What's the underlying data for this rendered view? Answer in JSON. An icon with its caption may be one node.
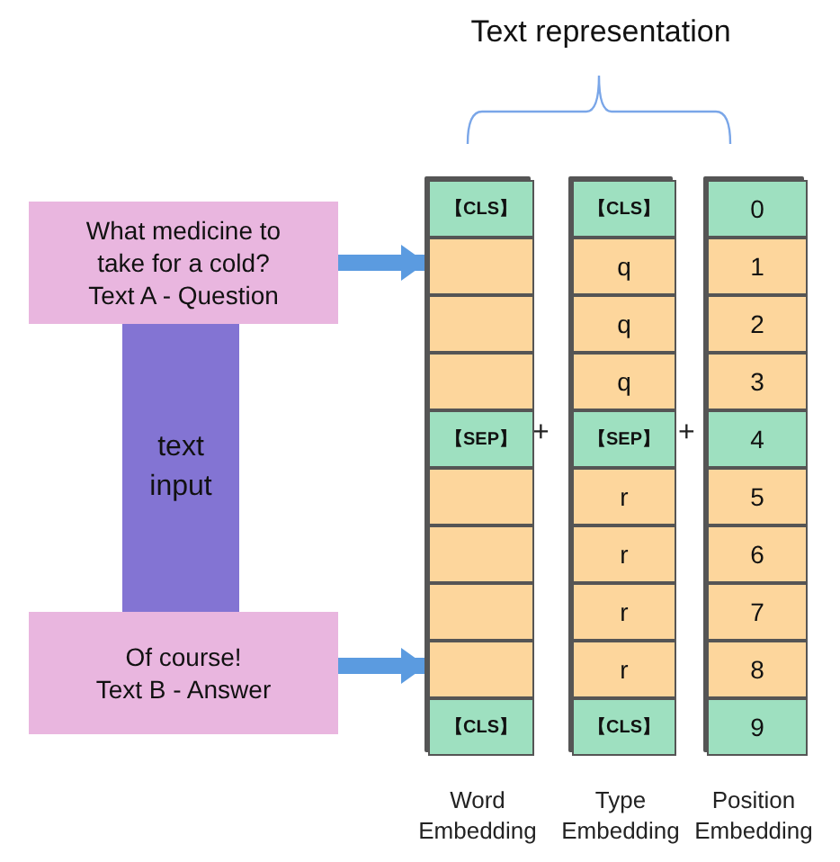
{
  "diagram": {
    "nodes": [
      {
        "text": [
          "What medicine to take for a cold?",
          "Text A - Question"
        ]
      },
      {
        "text": [
          "text input"
        ]
      },
      {
        "text": [
          "Of course!",
          "Text B - Answer"
        ]
      },
      {
        "text": [],
        "shape": "bar",
        "beside": [
          "Word Embedding"
        ]
      },
      {
        "text": [
          "【CLS】"
        ],
        "in": 3
      },
      {
        "text": [],
        "shape": "box",
        "in": 3
      },
      {
        "text": [],
        "shape": "box",
        "in": 3
      },
      {
        "text": [],
        "shape": "box",
        "in": 3
      },
      {
        "text": [
          "【SEP】"
        ],
        "in": 3
      },
      {
        "text": [],
        "shape": "box",
        "in": 3
      },
      {
        "text": [],
        "shape": "box",
        "in": 3
      },
      {
        "text": [],
        "shape": "box",
        "in": 3
      },
      {
        "text": [],
        "shape": "box",
        "in": 3
      },
      {
        "text": [
          "【CLS】"
        ],
        "in": 3
      },
      {
        "text": [],
        "shape": "bar",
        "beside": [
          "Type Embedding"
        ]
      },
      {
        "text": [
          "【CLS】"
        ],
        "in": 14
      },
      {
        "text": [
          "q"
        ],
        "in": 14
      },
      {
        "text": [
          "q"
        ],
        "in": 14
      },
      {
        "text": [
          "q"
        ],
        "in": 14
      },
      {
        "text": [
          "【SEP】"
        ],
        "in": 14
      },
      {
        "text": [
          "r"
        ],
        "in": 14
      },
      {
        "text": [
          "r"
        ],
        "in": 14
      },
      {
        "text": [
          "r"
        ],
        "in": 14
      },
      {
        "text": [
          "r"
        ],
        "in": 14
      },
      {
        "text": [
          "【CLS】"
        ],
        "in": 14
      },
      {
        "text": [],
        "shape": "bar",
        "beside": [
          "Position Embedding"
        ]
      },
      {
        "text": [
          "0"
        ],
        "in": 25
      },
      {
        "text": [
          "1"
        ],
        "in": 25
      },
      {
        "text": [
          "2"
        ],
        "in": 25
      },
      {
        "text": [
          "3"
        ],
        "in": 25
      },
      {
        "text": [
          "4"
        ],
        "in": 25
      },
      {
        "text": [
          "5"
        ],
        "in": 25
      },
      {
        "text": [
          "6"
        ],
        "in": 25
      },
      {
        "text": [
          "7"
        ],
        "in": 25
      },
      {
        "text": [
          "8"
        ],
        "in": 25
      },
      {
        "text": [
          "9"
        ],
        "in": 25
      }
    ],
    "edges": [
      {
        "from": 0,
        "to": 5,
        "arrow": "to"
      },
      {
        "from": 2,
        "to": 12,
        "arrow": "to"
      }
    ],
    "labels": [
      "Text representation",
      "+",
      "+"
    ]
  }
}
